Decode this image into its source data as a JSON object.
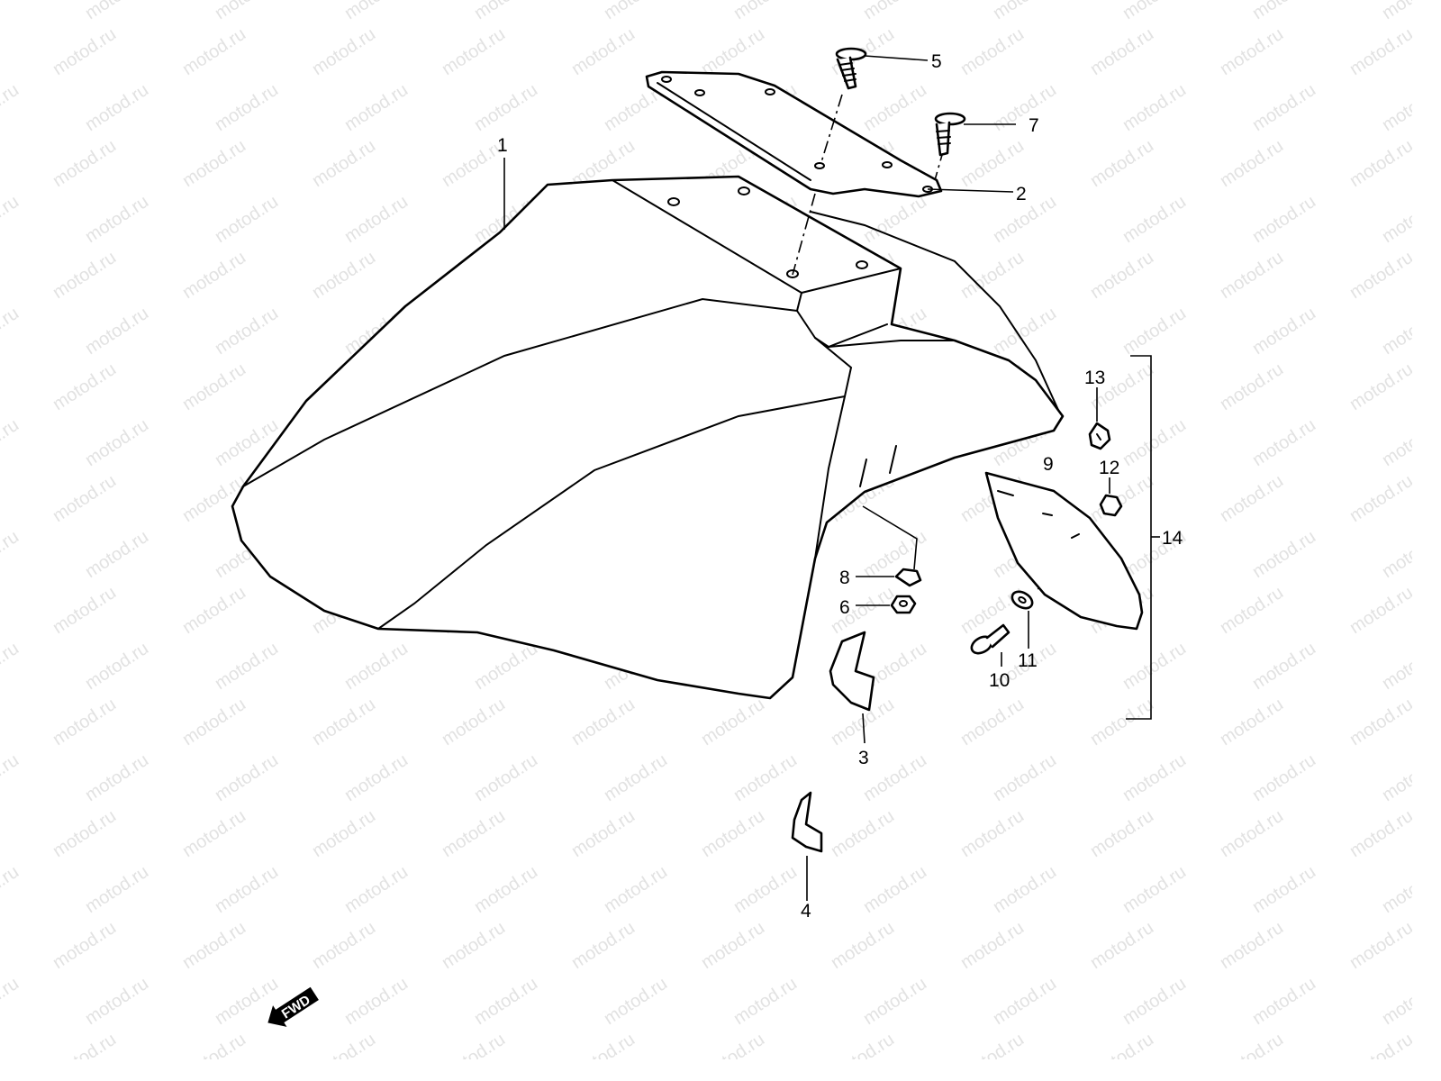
{
  "watermark": "motod.ru",
  "fwd_label": "FWD",
  "callouts": {
    "c1": "1",
    "c2": "2",
    "c3": "3",
    "c4": "4",
    "c5": "5",
    "c6": "6",
    "c7": "7",
    "c8": "8",
    "c9": "9",
    "c10": "10",
    "c11": "11",
    "c12": "12",
    "c13": "13",
    "c14": "14"
  }
}
